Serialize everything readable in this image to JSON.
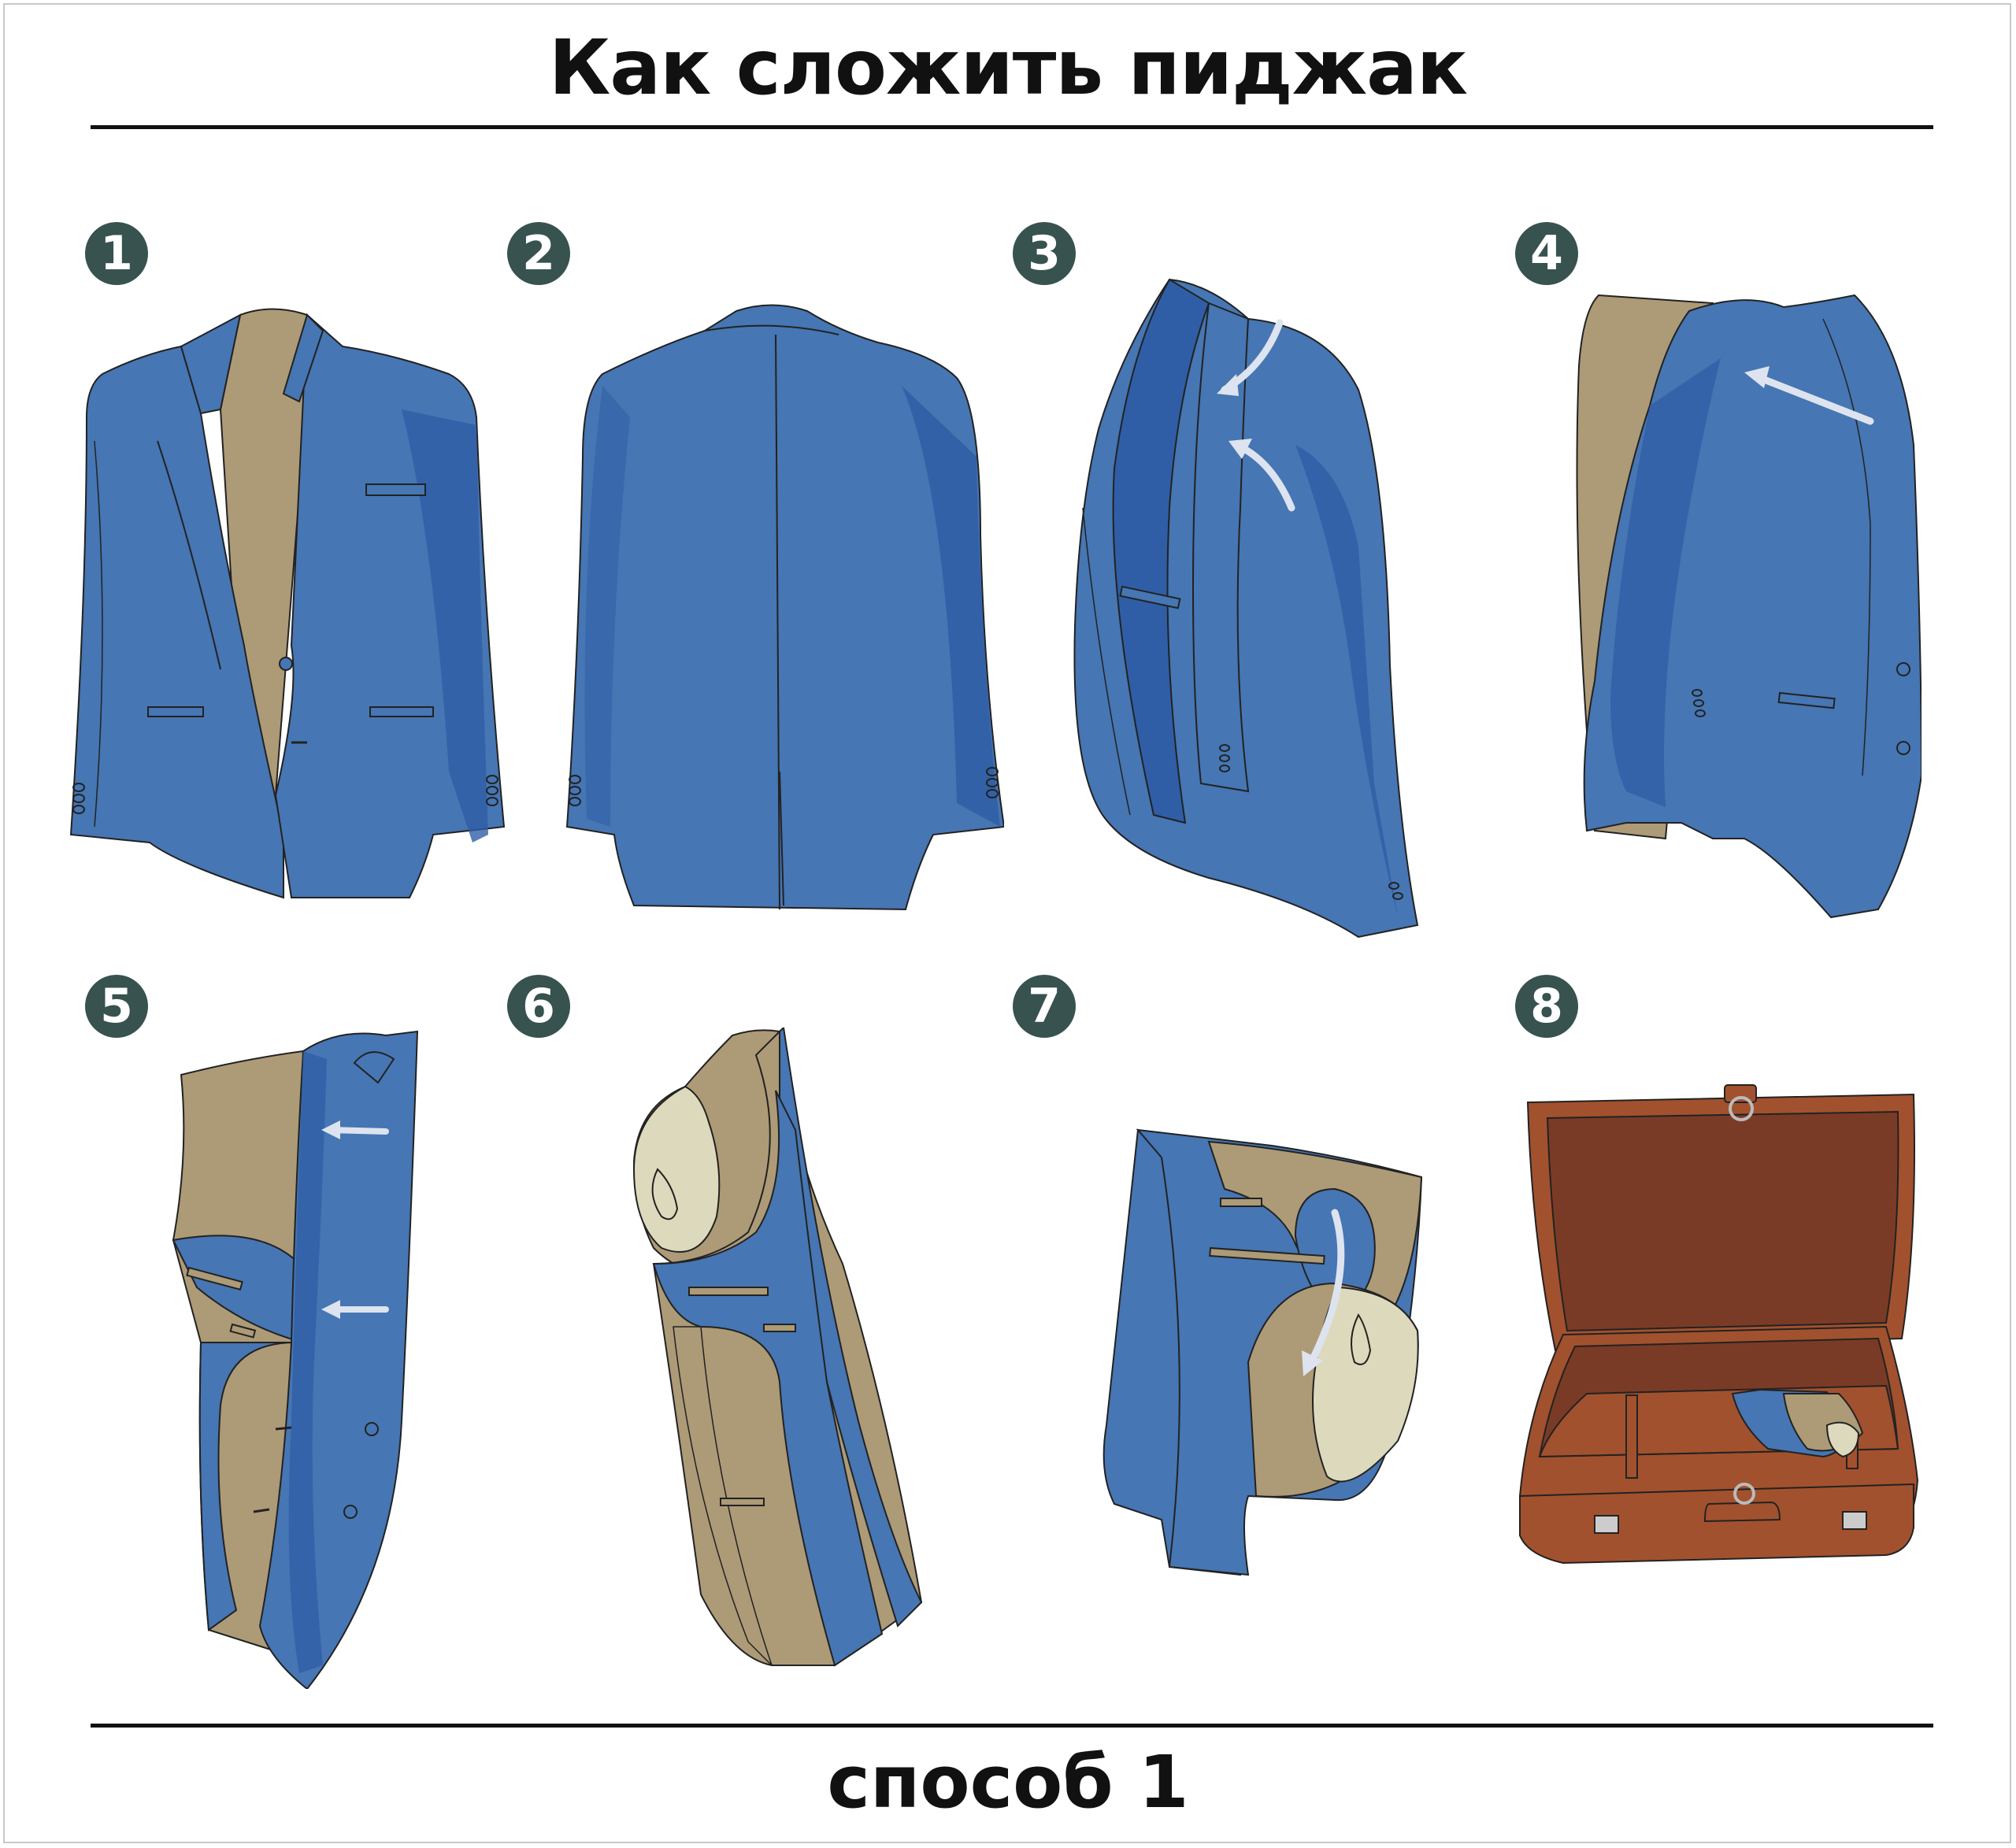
{
  "title": "Как сложить пиджак",
  "footer": "способ 1",
  "colors": {
    "jacket_blue": "#4676b3",
    "jacket_shadow": "#2f5ea6",
    "lining": "#ad9a77",
    "sleeve_lining": "#ddd9bc",
    "badge": "#37524f",
    "arrow": "#dde3ef",
    "suitcase": "#a2512e",
    "suitcase_dark": "#7a3b26"
  },
  "steps": [
    {
      "number": "1"
    },
    {
      "number": "2"
    },
    {
      "number": "3"
    },
    {
      "number": "4"
    },
    {
      "number": "5"
    },
    {
      "number": "6"
    },
    {
      "number": "7"
    },
    {
      "number": "8"
    }
  ]
}
